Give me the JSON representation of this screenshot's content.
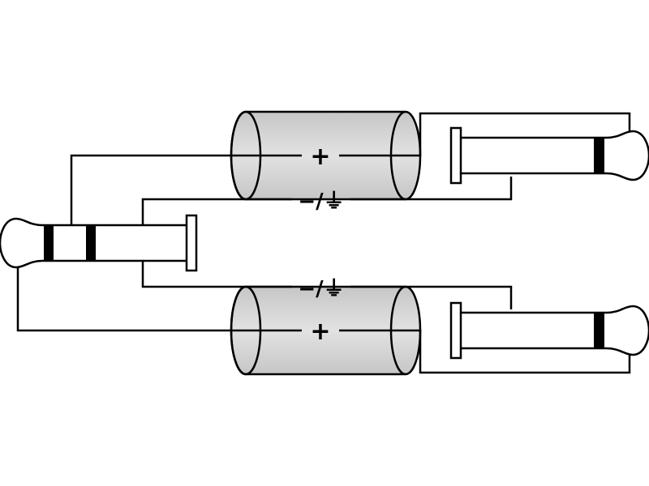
{
  "diagram": {
    "cables": [
      {
        "name": "upper-cable",
        "hot_label": "+",
        "ground_label": "−/⏚"
      },
      {
        "name": "lower-cable",
        "hot_label": "+",
        "ground_label": "−/⏚"
      }
    ],
    "connectors": [
      {
        "name": "stereo-jack-plug",
        "icon": "trs-plug-icon"
      },
      {
        "name": "mono-jack-plug-upper",
        "icon": "ts-plug-icon"
      },
      {
        "name": "mono-jack-plug-lower",
        "icon": "ts-plug-icon"
      }
    ],
    "colors": {
      "line": "#000000",
      "cable_fill": "#d3d3d3",
      "background": "#ffffff"
    }
  }
}
